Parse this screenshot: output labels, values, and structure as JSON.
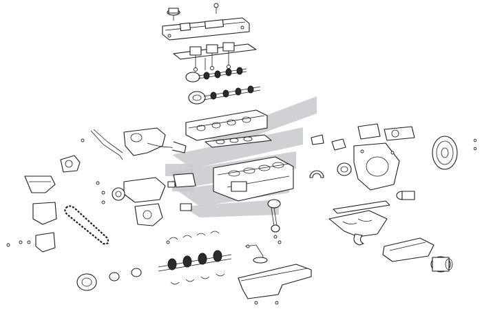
{
  "diagram": {
    "colors": {
      "background": "#ffffff",
      "line": "#1a1a1a",
      "watermark": "#c7c9cc"
    },
    "parts": [
      {
        "name": "oil-filler-cap",
        "icon": "cap-icon"
      },
      {
        "name": "valve-cover",
        "icon": "cover-icon"
      },
      {
        "name": "ignition-coil-plate",
        "icon": "plate-icon"
      },
      {
        "name": "exhaust-camshaft",
        "icon": "camshaft-icon"
      },
      {
        "name": "intake-camshaft",
        "icon": "camshaft-icon"
      },
      {
        "name": "cylinder-head",
        "icon": "head-icon"
      },
      {
        "name": "head-gasket",
        "icon": "gasket-icon"
      },
      {
        "name": "engine-block",
        "icon": "block-icon"
      },
      {
        "name": "intake-manifold",
        "icon": "manifold-icon"
      },
      {
        "name": "timing-chain",
        "icon": "chain-icon"
      },
      {
        "name": "crankshaft",
        "icon": "crankshaft-icon"
      },
      {
        "name": "crank-pulley",
        "icon": "pulley-icon"
      },
      {
        "name": "oil-pan",
        "icon": "pan-icon"
      },
      {
        "name": "oil-pickup",
        "icon": "pickup-icon"
      },
      {
        "name": "flywheel",
        "icon": "flywheel-icon"
      },
      {
        "name": "exhaust-manifold",
        "icon": "manifold-icon"
      },
      {
        "name": "heat-shield",
        "icon": "shield-icon"
      },
      {
        "name": "starter",
        "icon": "starter-icon"
      },
      {
        "name": "rear-cover-plate",
        "icon": "plate-icon"
      },
      {
        "name": "water-pump",
        "icon": "pump-icon"
      },
      {
        "name": "oil-pump",
        "icon": "pump-icon"
      },
      {
        "name": "piston-conrod",
        "icon": "piston-icon"
      }
    ]
  }
}
